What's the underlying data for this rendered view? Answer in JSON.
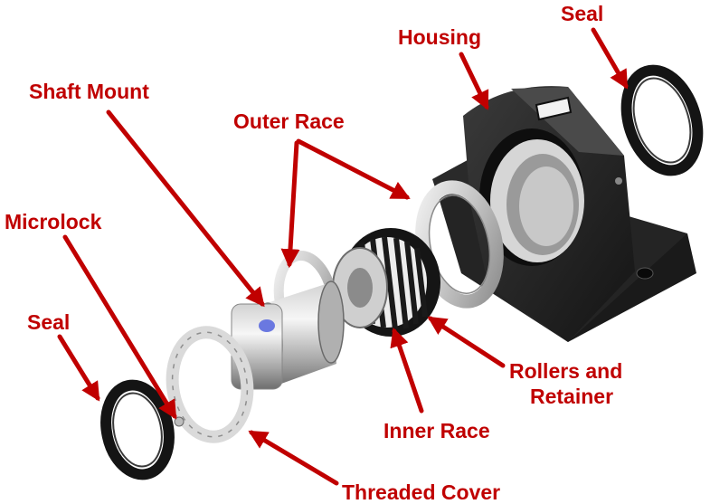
{
  "labels": {
    "seal_top": "Seal",
    "housing": "Housing",
    "shaft_mount": "Shaft Mount",
    "outer_race": "Outer Race",
    "microlock": "Microlock",
    "seal_left": "Seal",
    "rollers_line1": "Rollers and",
    "rollers_line2": "Retainer",
    "inner_race": "Inner Race",
    "threaded_cover": "Threaded Cover"
  },
  "colors": {
    "label_text": "#c00000",
    "arrow": "#c00000",
    "housing_body": "#1e1e1e",
    "metal_light": "#e4e4e4",
    "metal_mid": "#b5b5b5",
    "metal_dark": "#7d7d7d",
    "seal_rubber": "#111111",
    "microlock_dot": "#6a78e0"
  }
}
